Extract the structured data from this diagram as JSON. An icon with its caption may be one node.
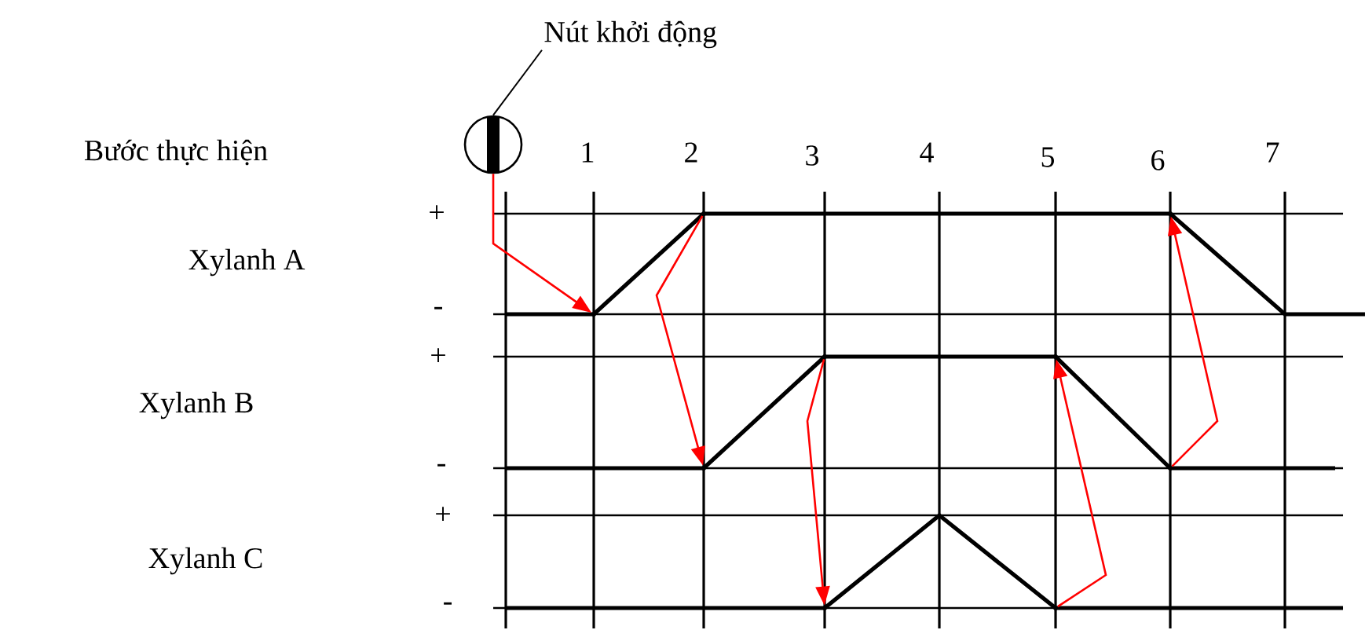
{
  "diagram": {
    "nodes": [
      {
        "text": [
          "Nút khởi động"
        ]
      },
      {
        "text": [],
        "shape": "circle"
      },
      {
        "text": [],
        "shape": "point"
      },
      {
        "text": [],
        "shape": "point"
      },
      {
        "text": [],
        "shape": "point"
      },
      {
        "text": [],
        "shape": "point"
      },
      {
        "text": [],
        "shape": "point"
      },
      {
        "text": [],
        "shape": "point"
      },
      {
        "text": [],
        "shape": "point"
      },
      {
        "text": [],
        "shape": "point"
      },
      {
        "text": [],
        "shape": "point"
      }
    ],
    "edges": [
      {
        "from": 0,
        "to": 1,
        "arrow": "none",
        "color": "#000000"
      },
      {
        "from": 1,
        "to": 2,
        "arrow": "to"
      },
      {
        "from": 3,
        "to": 4,
        "arrow": "to"
      },
      {
        "from": 5,
        "to": 6,
        "arrow": "to"
      },
      {
        "from": 7,
        "to": 8,
        "arrow": "to"
      },
      {
        "from": 9,
        "to": 10,
        "arrow": "to"
      }
    ],
    "labels": [
      "Bước thực hiện",
      "1",
      "2",
      "3",
      "4",
      "5",
      "6",
      "7",
      "+",
      "Xylanh A",
      "-",
      "+",
      "Xylanh B",
      "-",
      "+",
      "Xylanh C",
      "-"
    ]
  }
}
